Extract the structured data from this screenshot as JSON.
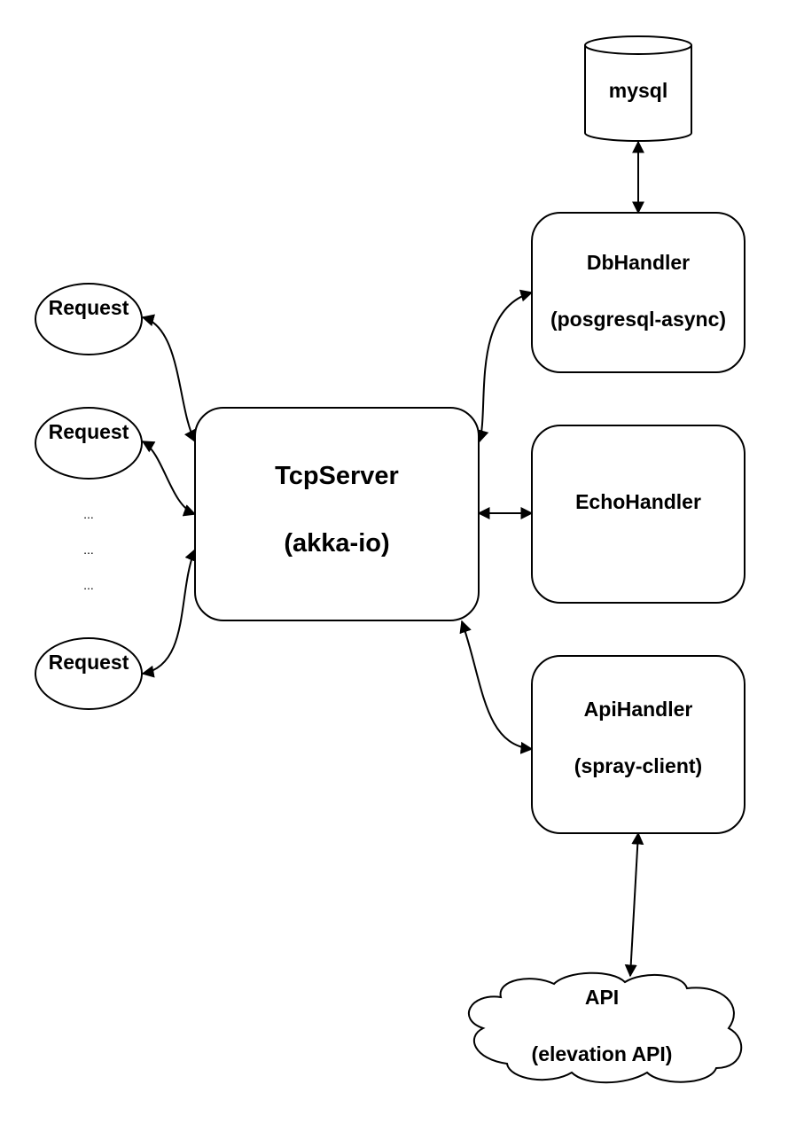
{
  "nodes": {
    "mysql": {
      "label": "mysql",
      "shape": "cylinder"
    },
    "db_handler": {
      "title": "DbHandler",
      "subtitle": "(posgresql-async)",
      "shape": "rounded-rectangle"
    },
    "echo_handler": {
      "title": "EchoHandler",
      "shape": "rounded-rectangle"
    },
    "api_handler": {
      "title": "ApiHandler",
      "subtitle": "(spray-client)",
      "shape": "rounded-rectangle"
    },
    "tcp_server": {
      "title": "TcpServer",
      "subtitle": "(akka-io)",
      "shape": "rounded-rectangle"
    },
    "requests": [
      {
        "label": "Request",
        "shape": "ellipse"
      },
      {
        "label": "Request",
        "shape": "ellipse"
      },
      {
        "label": "Request",
        "shape": "ellipse"
      }
    ],
    "ellipsis": [
      "...",
      "...",
      "..."
    ],
    "api": {
      "title": "API",
      "subtitle": "(elevation API)",
      "shape": "cloud"
    }
  },
  "edges": [
    {
      "from": "requests.0",
      "to": "tcp_server",
      "direction": "both"
    },
    {
      "from": "requests.1",
      "to": "tcp_server",
      "direction": "both"
    },
    {
      "from": "requests.2",
      "to": "tcp_server",
      "direction": "both"
    },
    {
      "from": "tcp_server",
      "to": "db_handler",
      "direction": "both"
    },
    {
      "from": "tcp_server",
      "to": "echo_handler",
      "direction": "both"
    },
    {
      "from": "tcp_server",
      "to": "api_handler",
      "direction": "both"
    },
    {
      "from": "db_handler",
      "to": "mysql",
      "direction": "both"
    },
    {
      "from": "api_handler",
      "to": "api",
      "direction": "both"
    }
  ],
  "colors": {
    "stroke": "#000000",
    "fill": "#ffffff",
    "text": "#000000"
  }
}
